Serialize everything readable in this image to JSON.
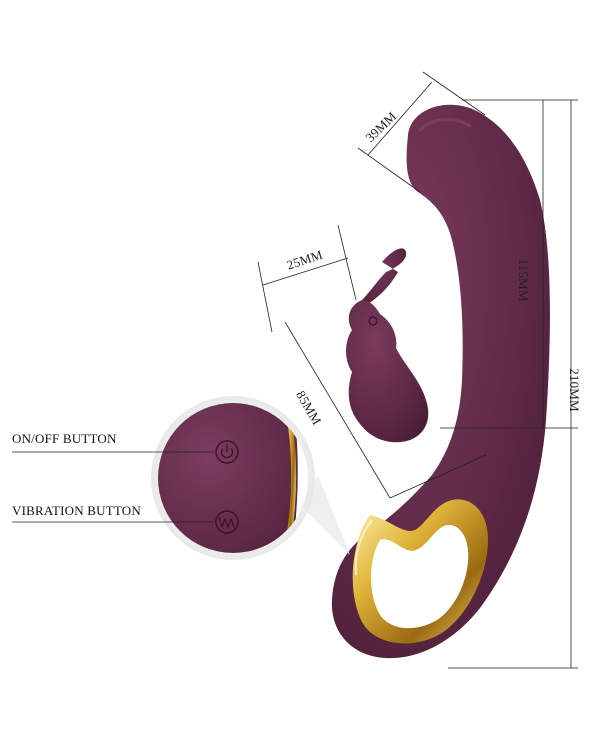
{
  "dimensions": {
    "head_width": "39MM",
    "shaft_length": "115MM",
    "total_length": "210MM",
    "clit_arm_width": "25MM",
    "clit_arm_length": "85MM"
  },
  "callouts": {
    "on_off": "ON/OFF BUTTON",
    "vibration": "VIBRATION BUTTON"
  },
  "colors": {
    "body": "#5b2743",
    "body_light": "#7a3a5c",
    "gold": "#d7a82a"
  },
  "icons": {
    "power": "power-icon",
    "vibration": "wave-icon"
  }
}
